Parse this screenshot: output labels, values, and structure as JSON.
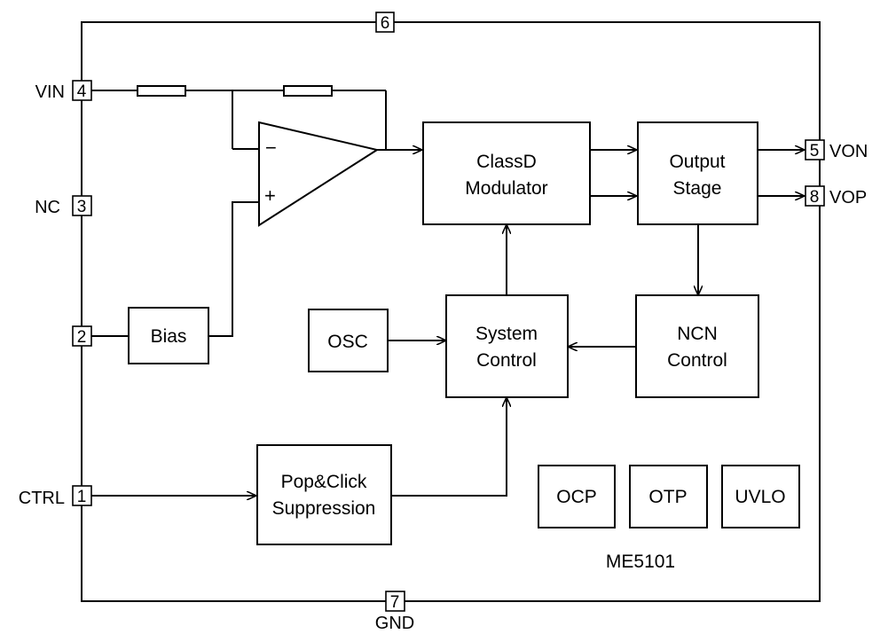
{
  "chip": {
    "part_number": "ME5101"
  },
  "pins": {
    "p1": {
      "number": "1",
      "name": "CTRL"
    },
    "p2": {
      "number": "2",
      "name": ""
    },
    "p3": {
      "number": "3",
      "name": "NC"
    },
    "p4": {
      "number": "4",
      "name": "VIN"
    },
    "p5": {
      "number": "5",
      "name": "VON"
    },
    "p6": {
      "number": "6",
      "name": ""
    },
    "p7": {
      "number": "7",
      "name": "GND"
    },
    "p8": {
      "number": "8",
      "name": "VOP"
    }
  },
  "blocks": {
    "bias": {
      "line1": "Bias"
    },
    "classd": {
      "line1": "ClassD",
      "line2": "Modulator"
    },
    "output_stage": {
      "line1": "Output",
      "line2": "Stage"
    },
    "osc": {
      "line1": "OSC"
    },
    "system_control": {
      "line1": "System",
      "line2": "Control"
    },
    "ncn_control": {
      "line1": "NCN",
      "line2": "Control"
    },
    "pop_click": {
      "line1": "Pop&Click",
      "line2": "Suppression"
    },
    "ocp": {
      "line1": "OCP"
    },
    "otp": {
      "line1": "OTP"
    },
    "uvlo": {
      "line1": "UVLO"
    }
  },
  "opamp": {
    "minus": "−",
    "plus": "+"
  }
}
